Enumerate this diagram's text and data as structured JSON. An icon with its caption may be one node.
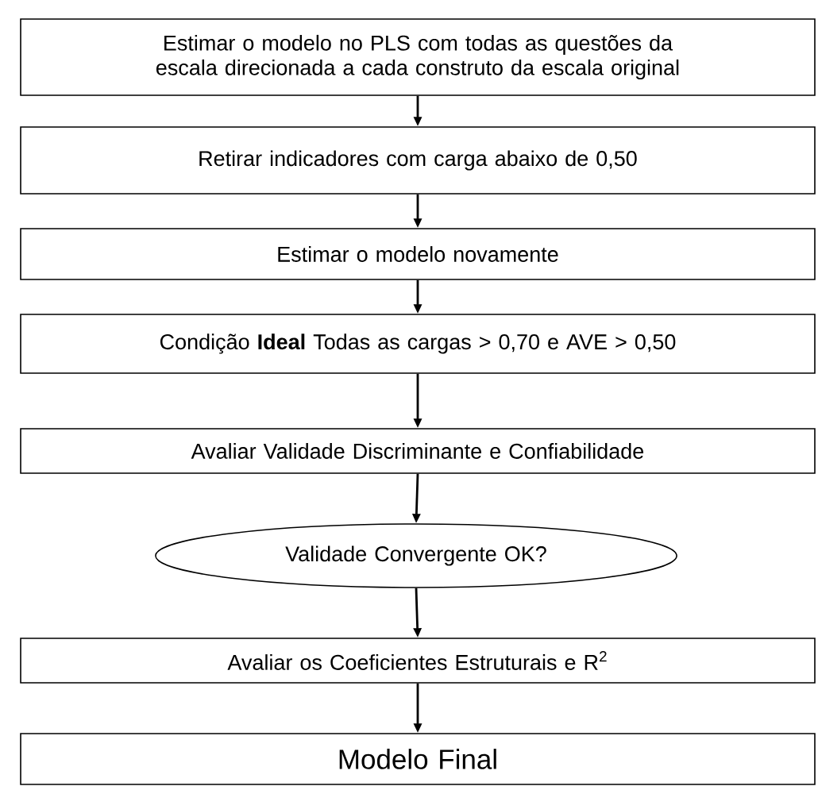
{
  "diagram": {
    "nodes": [
      {
        "text": [
          "Estimar o modelo no PLS com todas as questões da escala direcionada a cada construto da escala original"
        ]
      },
      {
        "text": [
          "Retirar indicadores com carga abaixo de 0,50"
        ]
      },
      {
        "text": [
          "Estimar o modelo novamente"
        ]
      },
      {
        "text": [
          "Condição **Ideal** Todas as cargas > 0,70 e AVE > 0,50"
        ]
      },
      {
        "text": [
          "Avaliar Validade Discriminante e Confiabilidade"
        ]
      },
      {
        "text": [
          "Validade Convergente OK?"
        ]
      },
      {
        "text": [
          "Avaliar os Coeficientes Estruturais e R$^{2}$"
        ]
      },
      {
        "text": [
          "Modelo Final"
        ]
      }
    ],
    "edges": [
      {
        "from": 0,
        "to": 1,
        "arrow": "to"
      },
      {
        "from": 1,
        "to": 2,
        "arrow": "to"
      },
      {
        "from": 2,
        "to": 3,
        "arrow": "to"
      },
      {
        "from": 3,
        "to": 4,
        "arrow": "to"
      },
      {
        "from": 4,
        "to": 5,
        "arrow": "to"
      },
      {
        "from": 5,
        "to": 6,
        "arrow": "to"
      },
      {
        "from": 6,
        "to": 7,
        "arrow": "to"
      }
    ]
  }
}
